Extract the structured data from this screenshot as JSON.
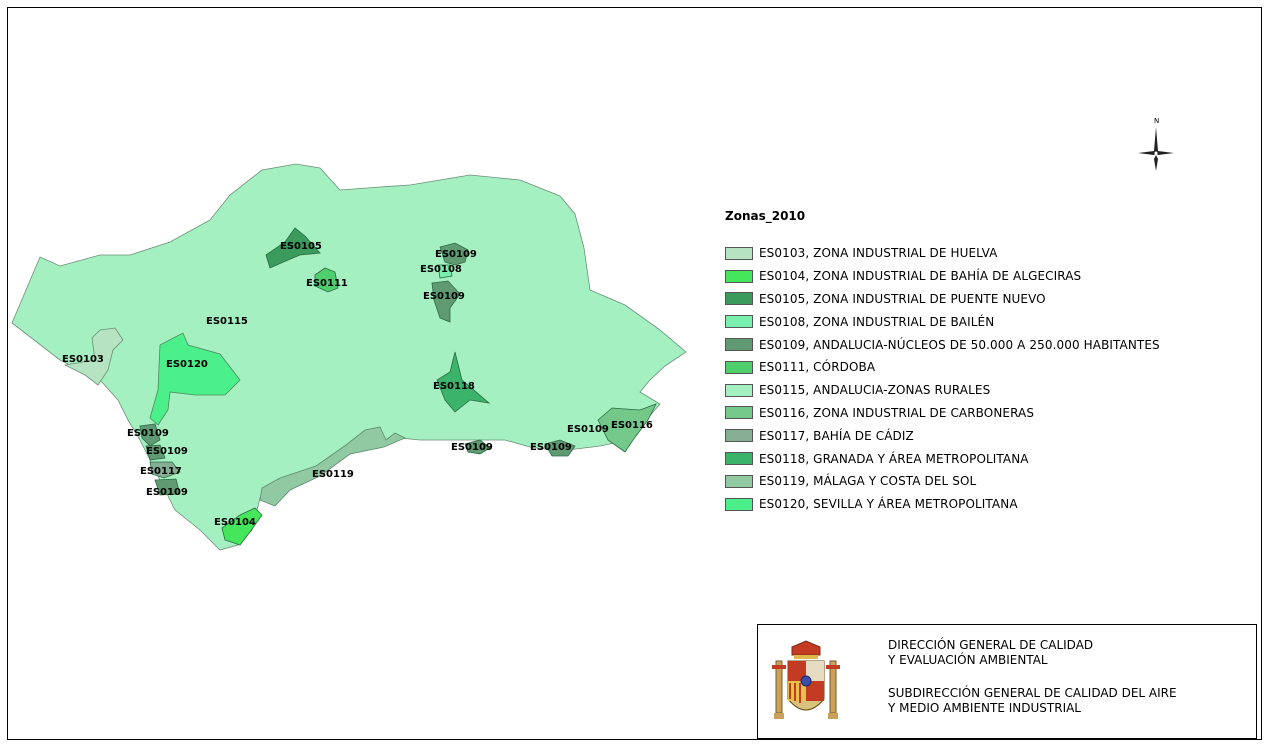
{
  "legend": {
    "title": "Zonas_2010",
    "items": [
      {
        "label": "ES0103, ZONA INDUSTRIAL DE HUELVA",
        "color": "#b6e3c2"
      },
      {
        "label": "ES0104, ZONA INDUSTRIAL DE BAHÍA DE ALGECIRAS",
        "color": "#45e65b"
      },
      {
        "label": "ES0105, ZONA INDUSTRIAL DE PUENTE NUEVO",
        "color": "#3b9b5c"
      },
      {
        "label": "ES0108, ZONA INDUSTRIAL DE BAILÉN",
        "color": "#79f0ad"
      },
      {
        "label": "ES0109, ANDALUCIA-NÚCLEOS DE 50.000 A 250.000 HABITANTES",
        "color": "#5f9a72"
      },
      {
        "label": "ES0111, CÓRDOBA",
        "color": "#4fcf6c"
      },
      {
        "label": "ES0115, ANDALUCIA-ZONAS RURALES",
        "color": "#a4f0c1"
      },
      {
        "label": "ES0116, ZONA INDUSTRIAL DE CARBONERAS",
        "color": "#73c88a"
      },
      {
        "label": "ES0117, BAHÍA DE CÁDIZ",
        "color": "#86ae94"
      },
      {
        "label": "ES0118, GRANADA Y ÁREA METROPOLITANA",
        "color": "#3cb36a"
      },
      {
        "label": "ES0119, MÁLAGA Y COSTA DEL SOL",
        "color": "#90c9a2"
      },
      {
        "label": "ES0120, SEVILLA Y ÁREA METROPOLITANA",
        "color": "#4cf08a"
      }
    ]
  },
  "map_labels": [
    {
      "id": "l-0103",
      "text": "ES0103"
    },
    {
      "id": "l-0104",
      "text": "ES0104"
    },
    {
      "id": "l-0105",
      "text": "ES0105"
    },
    {
      "id": "l-0108",
      "text": "ES0108"
    },
    {
      "id": "l-0109a",
      "text": "ES0109"
    },
    {
      "id": "l-0109b",
      "text": "ES0109"
    },
    {
      "id": "l-0109c",
      "text": "ES0109"
    },
    {
      "id": "l-0109d",
      "text": "ES0109"
    },
    {
      "id": "l-0109e",
      "text": "ES0109"
    },
    {
      "id": "l-0109f",
      "text": "ES0109"
    },
    {
      "id": "l-0109g",
      "text": "ES0109"
    },
    {
      "id": "l-0109h",
      "text": "ES0109"
    },
    {
      "id": "l-0111",
      "text": "ES0111"
    },
    {
      "id": "l-0115",
      "text": "ES0115"
    },
    {
      "id": "l-0116",
      "text": "ES0116"
    },
    {
      "id": "l-0117",
      "text": "ES0117"
    },
    {
      "id": "l-0118",
      "text": "ES0118"
    },
    {
      "id": "l-0119",
      "text": "ES0119"
    },
    {
      "id": "l-0120",
      "text": "ES0120"
    }
  ],
  "north_arrow": {
    "label": "N",
    "icon": "compass-north-icon"
  },
  "agency": {
    "line1": "DIRECCIÓN GENERAL DE CALIDAD",
    "line2": "Y EVALUACIÓN AMBIENTAL",
    "line3": "SUBDIRECCIÓN GENERAL DE CALIDAD DEL AIRE",
    "line4": "Y MEDIO AMBIENTE INDUSTRIAL",
    "emblem": "coat-of-arms-of-spain"
  }
}
